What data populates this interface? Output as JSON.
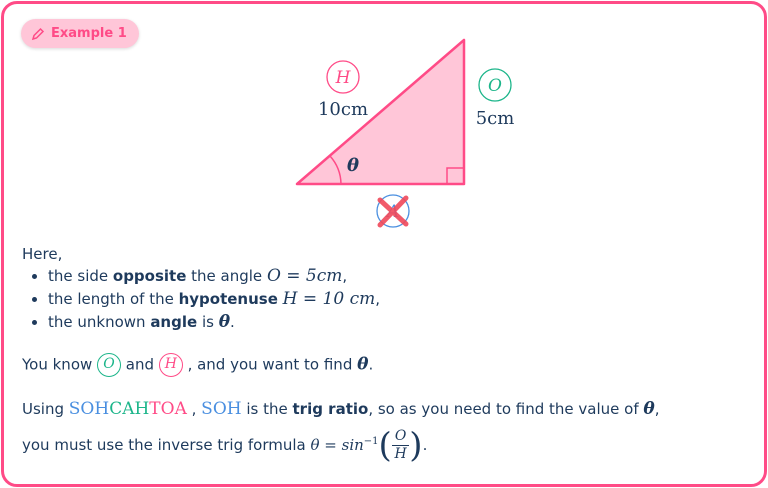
{
  "badge": {
    "label": "Example 1",
    "icon": "pencil-icon"
  },
  "diagram": {
    "hyp_label": "H",
    "hyp_length": "10cm",
    "opp_label": "O",
    "opp_length": "5cm",
    "angle": "θ",
    "adj_label": "A",
    "adj_crossed": true
  },
  "colors": {
    "border": "#ff4b87",
    "text": "#1e3a5c",
    "opposite": "#1cb58a",
    "hypotenuse": "#ff4b87",
    "adjacent": "#4a8fe0",
    "fill": "#ffc6d8"
  },
  "intro": "Here,",
  "bullets": [
    {
      "pre": "the side ",
      "bold": "opposite",
      "mid": " the angle ",
      "math": "O = 5cm",
      "post": ","
    },
    {
      "pre": "the length of the ",
      "bold": "hypotenuse",
      "mid": " ",
      "math": "H = 10 cm",
      "post": ","
    },
    {
      "pre": "the unknown ",
      "bold": "angle",
      "mid": " is ",
      "math": "θ",
      "post": "."
    }
  ],
  "know": {
    "p1": "You know ",
    "o": "O",
    "p2": " and ",
    "h": "H",
    "p3": " , and you want to find ",
    "theta": "θ",
    "p4": "."
  },
  "using": {
    "p1": "Using ",
    "soh": "SOH",
    "cah": "CAH",
    "toa": "TOA",
    "p2": " , ",
    "soh2": "SOH",
    "p3": " is the ",
    "bold": "trig ratio",
    "p4": ", so as you need to find the value of ",
    "theta": "θ",
    "p5": ","
  },
  "formula": {
    "p1": "you must use the inverse trig formula ",
    "lhs": "θ = sin",
    "exp": "−1",
    "num": "O",
    "den": "H",
    "end": "."
  }
}
